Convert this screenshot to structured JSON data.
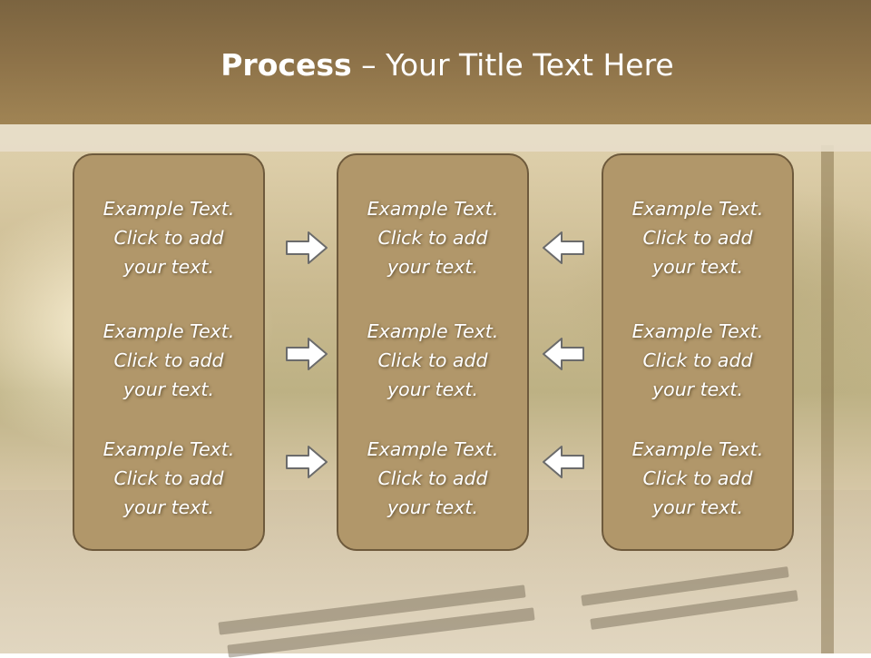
{
  "slide": {
    "title_bold": "Process",
    "title_rest": " – Your Title Text Here"
  },
  "columns": [
    {
      "items": [
        {
          "line1": "Example Text.",
          "line2": "Click  to add",
          "line3": "your text."
        },
        {
          "line1": "Example Text.",
          "line2": "Click  to add",
          "line3": "your text."
        },
        {
          "line1": "Example Text.",
          "line2": "Click  to add",
          "line3": "your text."
        }
      ]
    },
    {
      "items": [
        {
          "line1": "Example Text.",
          "line2": "Click  to add",
          "line3": "your text."
        },
        {
          "line1": "Example Text.",
          "line2": "Click  to add",
          "line3": "your text."
        },
        {
          "line1": "Example Text.",
          "line2": "Click  to add",
          "line3": "your text."
        }
      ]
    },
    {
      "items": [
        {
          "line1": "Example Text.",
          "line2": "Click  to add",
          "line3": "your text."
        },
        {
          "line1": "Example Text.",
          "line2": "Click  to add",
          "line3": "your text."
        },
        {
          "line1": "Example Text.",
          "line2": "Click  to add",
          "line3": "your text."
        }
      ]
    }
  ],
  "arrows": {
    "left_group_direction": "right",
    "right_group_direction": "left",
    "icon": "arrow-icon"
  },
  "colors": {
    "header": "#8c7148",
    "box_fill": "#b1976a",
    "box_border": "#6e5a3c",
    "arrow_fill": "#ffffff",
    "arrow_stroke": "#6b6b6b"
  }
}
